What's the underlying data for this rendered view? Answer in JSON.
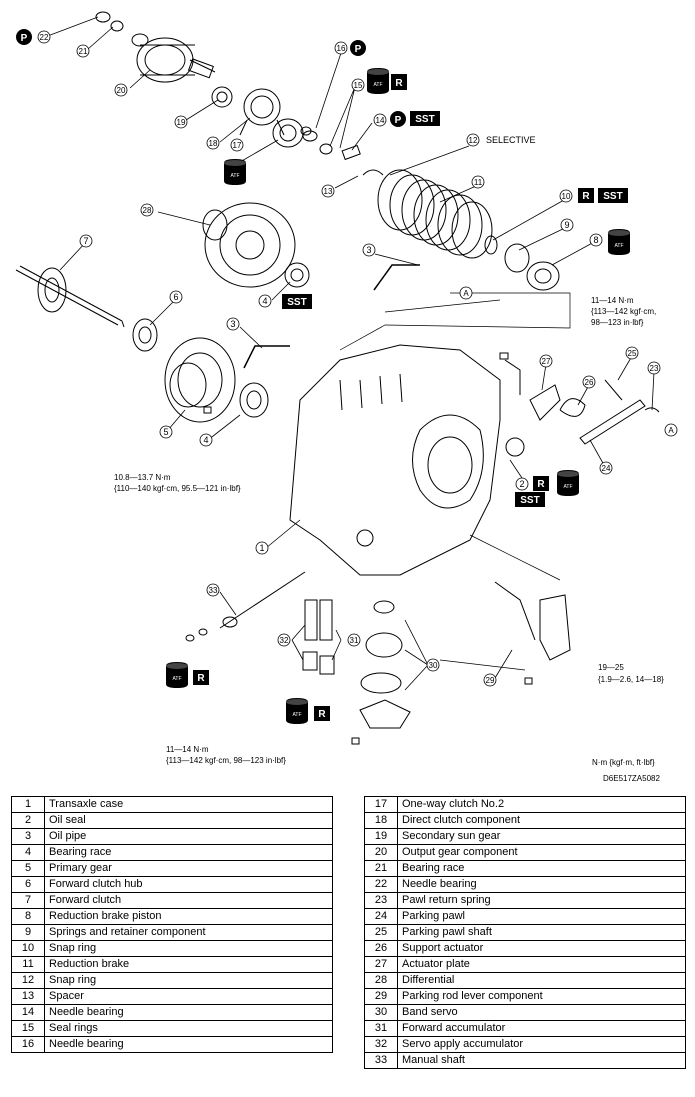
{
  "callouts": {
    "selective": "SELECTIVE",
    "sst": "SST",
    "r": "R",
    "p": "P",
    "atf": "ATF",
    "a": "A"
  },
  "torque": {
    "t1_line1": "11—14 N·m",
    "t1_line2": "{113—142 kgf·cm,",
    "t1_line3": "98—123 in·lbf}",
    "t2_line1": "10.8—13.7 N·m",
    "t2_line2": "{110—140 kgf·cm, 95.5—121 in·lbf}",
    "t3_line1": "19—25",
    "t3_line2": "{1.9—2.6, 14—18}",
    "t4_line1": "11—14 N·m",
    "t4_line2": "{113—142 kgf·cm, 98—123 in·lbf}",
    "units": "N·m {kgf·m, ft·lbf}",
    "figure_id": "D6E517ZA5082"
  },
  "parts_left": [
    {
      "no": "1",
      "name": "Transaxle case"
    },
    {
      "no": "2",
      "name": "Oil seal"
    },
    {
      "no": "3",
      "name": "Oil pipe"
    },
    {
      "no": "4",
      "name": "Bearing race"
    },
    {
      "no": "5",
      "name": "Primary gear"
    },
    {
      "no": "6",
      "name": "Forward clutch hub"
    },
    {
      "no": "7",
      "name": "Forward clutch"
    },
    {
      "no": "8",
      "name": "Reduction brake piston"
    },
    {
      "no": "9",
      "name": "Springs and retainer component"
    },
    {
      "no": "10",
      "name": "Snap ring"
    },
    {
      "no": "11",
      "name": "Reduction brake"
    },
    {
      "no": "12",
      "name": "Snap ring"
    },
    {
      "no": "13",
      "name": "Spacer"
    },
    {
      "no": "14",
      "name": "Needle bearing"
    },
    {
      "no": "15",
      "name": "Seal rings"
    },
    {
      "no": "16",
      "name": "Needle bearing"
    }
  ],
  "parts_right": [
    {
      "no": "17",
      "name": "One-way clutch No.2"
    },
    {
      "no": "18",
      "name": "Direct clutch component"
    },
    {
      "no": "19",
      "name": "Secondary sun gear"
    },
    {
      "no": "20",
      "name": "Output gear component"
    },
    {
      "no": "21",
      "name": "Bearing race"
    },
    {
      "no": "22",
      "name": "Needle bearing"
    },
    {
      "no": "23",
      "name": "Pawl return spring"
    },
    {
      "no": "24",
      "name": "Parking pawl"
    },
    {
      "no": "25",
      "name": "Parking pawl shaft"
    },
    {
      "no": "26",
      "name": "Support actuator"
    },
    {
      "no": "27",
      "name": "Actuator plate"
    },
    {
      "no": "28",
      "name": "Differential"
    },
    {
      "no": "29",
      "name": "Parking rod lever component"
    },
    {
      "no": "30",
      "name": "Band servo"
    },
    {
      "no": "31",
      "name": "Forward accumulator"
    },
    {
      "no": "32",
      "name": "Servo apply accumulator"
    },
    {
      "no": "33",
      "name": "Manual shaft"
    }
  ],
  "part_numbers": [
    "1",
    "2",
    "3",
    "4",
    "5",
    "6",
    "7",
    "8",
    "9",
    "10",
    "11",
    "12",
    "13",
    "14",
    "15",
    "16",
    "17",
    "18",
    "19",
    "20",
    "21",
    "22",
    "23",
    "24",
    "25",
    "26",
    "27",
    "28",
    "29",
    "30",
    "31",
    "32",
    "33"
  ]
}
